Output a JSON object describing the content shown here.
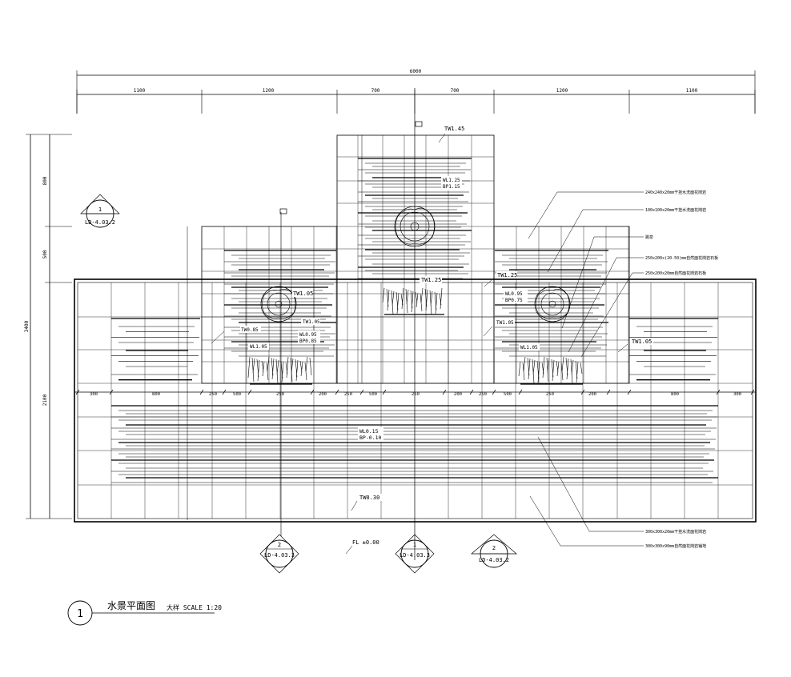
{
  "colors": {
    "ink": "#000000",
    "paper": "#ffffff"
  },
  "dims": {
    "overall": "6000",
    "segments": [
      "1100",
      "1200",
      "700",
      "700",
      "1200",
      "1100"
    ],
    "left_total": "3400",
    "left_segments": [
      "800",
      "500",
      "2100"
    ],
    "row_segments": [
      "300",
      "800",
      "250",
      "500",
      "250",
      "200",
      "250",
      "500",
      "250",
      "200",
      "250",
      "500",
      "250",
      "200",
      "800",
      "300"
    ]
  },
  "labels": {
    "tw145": "TW1.45",
    "tw105_top": "TW1.05",
    "tw105_right": "TW1.05",
    "tw105_r2": "TW1.05",
    "tw_center": "TW1.25",
    "tw125_r": "TW1.25",
    "tw_left1": "TW1.05",
    "tw_left2": "TW0.85",
    "wl_top": "WL1.25",
    "bp_top": "BP1.15",
    "wl_l": "WL0.95",
    "bp_l": "BP0.85",
    "wl_r": "WL0.95",
    "bp_r": "BP0.75",
    "wl_pool": "WL0.15",
    "bp_pool": "BP-0.10",
    "tw030": "TW0.30",
    "fl": "FL ±0.00",
    "tw_small_r": "WL1.05"
  },
  "callouts": [
    "240x240x20mm干挂水洗面花岗岩",
    "100x100x20mm干挂水洗面花岗岩",
    "跳泉",
    "250x200x(20-50)mm自然面花岗岩石板",
    "250x200x20mm自然面花岗岩石板",
    "300x300x20mm干挂水洗面花岗岩",
    "300x300x90mm自然面花岗岩铺地"
  ],
  "section_marks": [
    {
      "num": "1",
      "ref": "LD-4.03.2"
    },
    {
      "num": "2",
      "ref": "LD-4.03.3"
    },
    {
      "num": "1",
      "ref": "LD-4.03.3"
    },
    {
      "num": "2",
      "ref": "LD-4.03.2"
    }
  ],
  "title": {
    "num": "1",
    "name": "水景平面图",
    "scale": "大样 SCALE 1:20"
  }
}
